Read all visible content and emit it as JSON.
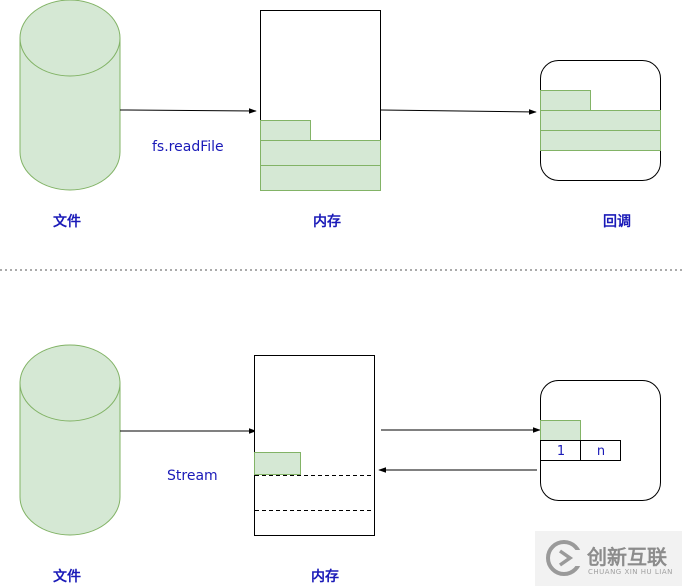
{
  "colors": {
    "fill": "#d5e8d4",
    "stroke": "#82b366",
    "label": "#1a1ab8",
    "line": "#000000"
  },
  "top": {
    "file_label": "文件",
    "edge_label": "fs.readFile",
    "memory_label": "内存",
    "callback_label": "回调"
  },
  "bottom": {
    "file_label": "文件",
    "edge_label": "Stream",
    "memory_label": "内存",
    "buffer_cells": [
      "1",
      "n"
    ]
  },
  "watermark": {
    "title": "创新互联",
    "subtitle": "CHUANG XIN HU LIAN"
  }
}
